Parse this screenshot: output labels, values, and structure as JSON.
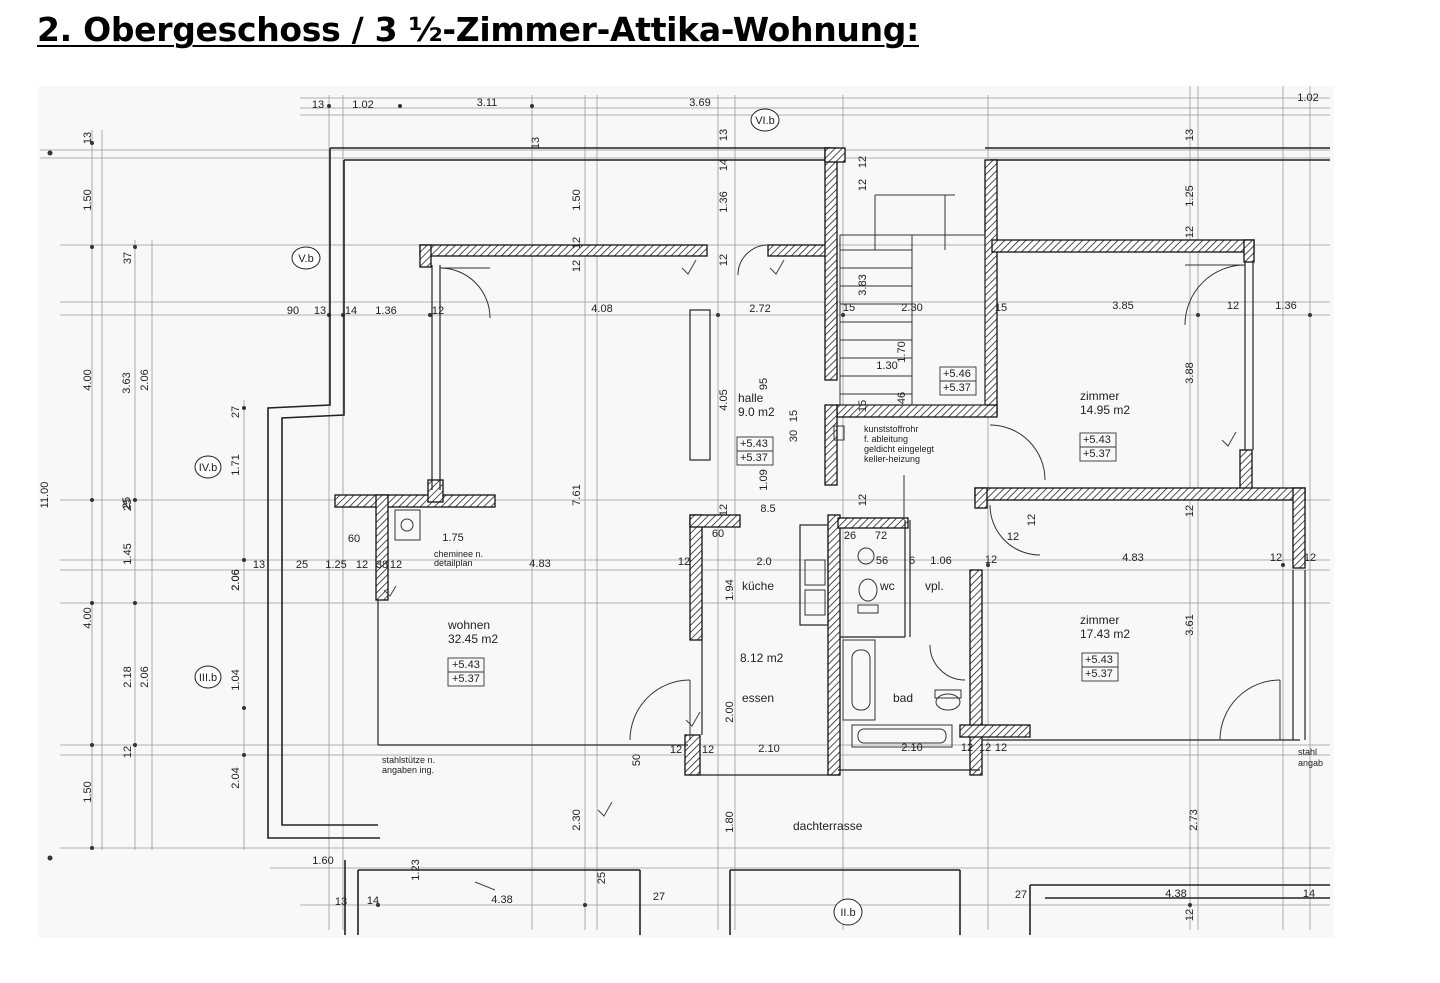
{
  "title": "2. Obergeschoss / 3 ½-Zimmer-Attika-Wohnung:",
  "rooms": [
    {
      "name": "wohnen",
      "area": "32.45 m2",
      "levels": [
        "+5.43",
        "+5.37"
      ]
    },
    {
      "name": "halle",
      "area": "9.0 m2",
      "levels": [
        "+5.43",
        "+5.37"
      ]
    },
    {
      "name": "zimmer",
      "area": "14.95 m2",
      "levels": [
        "+5.43",
        "+5.37"
      ]
    },
    {
      "name": "zimmer",
      "area": "17.43 m2",
      "levels": [
        "+5.43",
        "+5.37"
      ]
    },
    {
      "name": "küche"
    },
    {
      "name": "essen",
      "area": "8.12 m2"
    },
    {
      "name": "wc"
    },
    {
      "name": "vpl."
    },
    {
      "name": "bad"
    },
    {
      "name": "dachterrasse"
    }
  ],
  "stair_levels": [
    "+5.46",
    "+5.37"
  ],
  "axis_labels": [
    "VI.b",
    "V.b",
    "IV.b",
    "III.b",
    "II.b"
  ],
  "notes": {
    "cheminee": [
      "cheminee n.",
      "detailplan"
    ],
    "stahlstuetze": [
      "stahlstütze n.",
      "angaben ing."
    ],
    "kunststoffrohr": [
      "kunststoffrohr",
      "f. ableitung",
      "geldicht eingelegt",
      "keller-heizung"
    ],
    "stahl": [
      "stahl",
      "angab"
    ]
  },
  "dimensions": {
    "top_row": [
      "13",
      "1.02",
      "3.11",
      "3.69",
      "1.02"
    ],
    "left_outer": [
      "13",
      "1.50",
      "37",
      "4.00",
      "25",
      "1.45",
      "4.00",
      "12",
      "1.50",
      "11.00"
    ],
    "left_inner": [
      "3.63",
      "2.06",
      "2.06",
      "2.18",
      "2.06",
      "27",
      "1.71",
      "2.06",
      "1.04",
      "2.04"
    ],
    "row_upper": [
      "90",
      "13",
      "14",
      "1.36",
      "12",
      "4.08",
      "2.72",
      "15",
      "2.30",
      "15",
      "3.85",
      "12",
      "1.36"
    ],
    "row_middle": [
      "13",
      "25",
      "1.25",
      "12",
      "38",
      "12",
      "4.83",
      "12",
      "2.0",
      "26",
      "72",
      "56",
      "6",
      "1.06",
      "12",
      "4.83",
      "12",
      "12"
    ],
    "row_lower": [
      "12",
      "12",
      "2.10",
      "2.10",
      "12",
      "12",
      "12"
    ],
    "row_bottom": [
      "1.60",
      "13",
      "14",
      "4.38",
      "27",
      "4.38",
      "14",
      "27"
    ],
    "vertical_a": [
      "13",
      "1.50",
      "12",
      "12",
      "7.61",
      "2.30"
    ],
    "vertical_b": [
      "13",
      "14",
      "1.36",
      "12",
      "4.05",
      "95",
      "1.09",
      "12",
      "1.94",
      "2.00",
      "1.80"
    ],
    "vertical_c": [
      "12",
      "12",
      "3.83",
      "15",
      "12"
    ],
    "vertical_d": [
      "13",
      "1.25",
      "12",
      "3.88",
      "12",
      "3.61",
      "2.73",
      "12"
    ],
    "misc": [
      "60",
      "1.75",
      "1.30",
      "1.70",
      "46",
      "30",
      "15",
      "25",
      "12",
      "50",
      "25",
      "1.23",
      "8.5",
      "60",
      "12"
    ]
  }
}
